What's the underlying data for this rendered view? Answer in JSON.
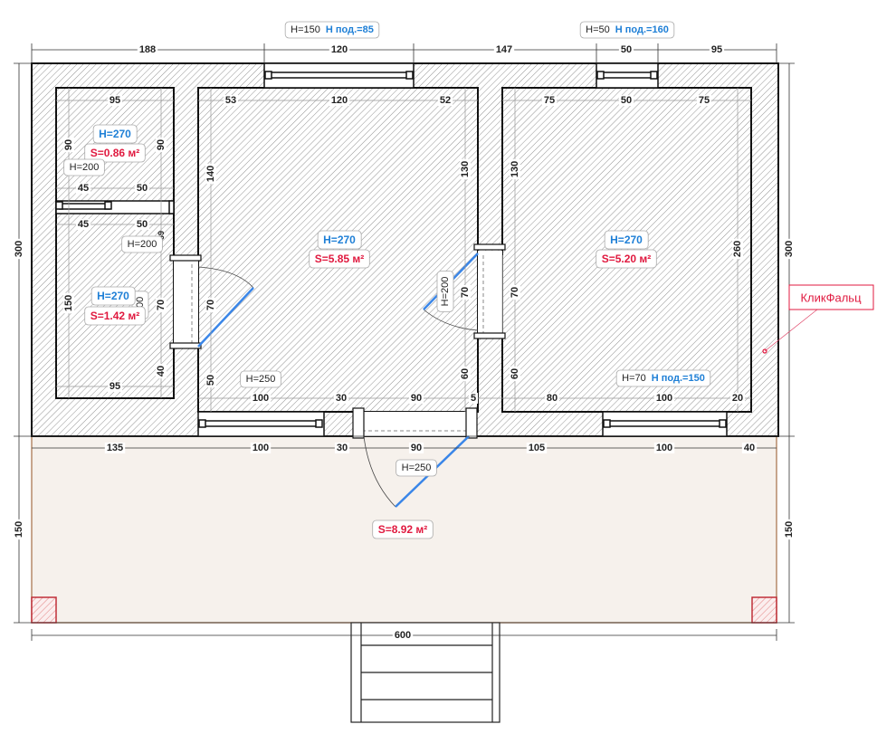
{
  "colors": {
    "accent_blue": "#1e7fd6",
    "area_red": "#e0193f",
    "terrace": "#f6f1ec",
    "door": "#3a86e8"
  },
  "top_labels": {
    "window1": {
      "h": "H=150",
      "sill": "Н под.=85"
    },
    "window2": {
      "h": "H=50",
      "sill": "Н под.=160"
    }
  },
  "outer_dims": {
    "top": [
      "188",
      "120",
      "147",
      "50",
      "95"
    ],
    "left": "300",
    "right": "300",
    "terrace_left": "150",
    "terrace_right": "150",
    "bottom": "600"
  },
  "inner_top_dims": [
    "95",
    "53",
    "120",
    "52",
    "75",
    "50",
    "75"
  ],
  "bathroom": {
    "height": "H=270",
    "area": "S=0.86 м²",
    "side_left": "90",
    "side_right": "90",
    "door_h": "H=200",
    "d45a": "45",
    "d50a": "50",
    "d45b": "45",
    "d50b": "50",
    "small": "39"
  },
  "wc": {
    "door_h": "H=200",
    "height": "H=270",
    "area": "S=1.42 м²",
    "door_v": "200",
    "side": "150",
    "opening": "70",
    "lower": "40",
    "bottom": "95"
  },
  "room_middle": {
    "height": "H=270",
    "area": "S=5.85 м²",
    "left_top": "140",
    "left_door": "70",
    "left_bottom": "50",
    "window_h": "H=250",
    "bottom_dims": [
      "100",
      "30",
      "90",
      "5"
    ],
    "right_top": "130",
    "right_door": "70",
    "right_bottom": "60",
    "door_h": "H=200"
  },
  "room_right": {
    "height": "H=270",
    "area": "S=5.20 м²",
    "left_top": "130",
    "left_door": "70",
    "left_bottom": "60",
    "side": "260",
    "window": {
      "h": "H=70",
      "sill": "Н под.=150"
    },
    "bottom_dims": [
      "80",
      "100",
      "20"
    ]
  },
  "outer_bottom_dims": [
    "135",
    "100",
    "30",
    "90",
    "105",
    "100",
    "40"
  ],
  "terrace": {
    "door_h": "H=250",
    "area": "S=8.92 м²"
  },
  "watermark": "КликФальц"
}
